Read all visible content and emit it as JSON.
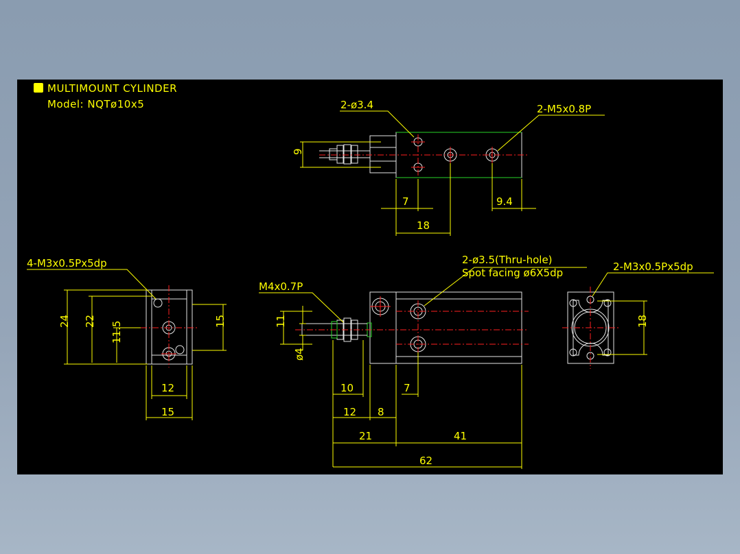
{
  "title": {
    "product": "MULTIMOUNT CYLINDER",
    "model": "Model: NQTø10x5"
  },
  "colors": {
    "background": "#000000",
    "outline": "#e6e6e6",
    "dimension": "#ffff00",
    "centerline": "#ff2020",
    "highlight": "#29d629"
  },
  "top_view": {
    "label_holes": "2-ø3.4",
    "label_ports": "2-M5x0.8P",
    "dim_height": "9",
    "dim_7": "7",
    "dim_18": "18",
    "dim_9_4": "9.4"
  },
  "left_view": {
    "label_taps": "4-M3x0.5Px5dp",
    "dim_24": "24",
    "dim_22": "22",
    "dim_11_5": "11.5",
    "dim_15_v": "15",
    "dim_12": "12",
    "dim_15_h": "15"
  },
  "front_view": {
    "label_thread": "M4x0.7P",
    "label_thru_hole": "2-ø3.5(Thru-hole)",
    "label_spot_facing": "Spot facing ø6X5dp",
    "dim_11": "11",
    "dim_dia4": "ø4",
    "dim_10": "10",
    "dim_12": "12",
    "dim_8": "8",
    "dim_7": "7",
    "dim_21": "21",
    "dim_41": "41",
    "dim_62": "62"
  },
  "right_view": {
    "label_taps": "2-M3x0.5Px5dp",
    "dim_18": "18"
  }
}
